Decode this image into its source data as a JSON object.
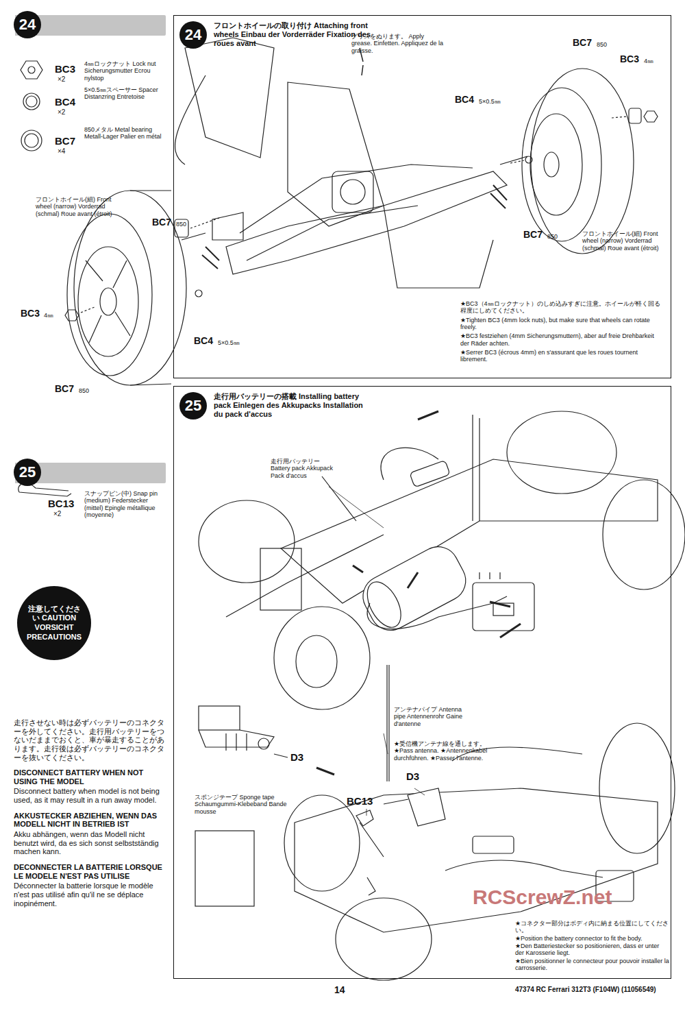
{
  "diagram": {
    "nodes": [
      {
        "text": [
          "24"
        ]
      },
      {
        "text": [
          "24",
          "フロントホイールの取り付け Attaching front wheels Einbau der Vorderräder Fixation des roues avant"
        ]
      },
      {
        "text": [
          "25"
        ]
      },
      {
        "text": [
          "25",
          "走行用バッテリーの搭載 Installing battery pack Einlegen des Akkupacks Installation du pack d'accus"
        ]
      },
      {
        "text": [
          "注意してください CAUTION VORSICHT PRECAUTIONS"
        ]
      }
    ],
    "labels": [
      "BC3",
      "×2",
      "4㎜ロックナット Lock nut Sicherungsmutter Ecrou nylstop",
      "BC4",
      "×2",
      "5×0.5㎜スペーサー Spacer Distanzring Entretoise",
      "BC7",
      "×4",
      "850メタル Metal bearing Metall-Lager Palier en métal",
      "フロントホイール(細) Front wheel (narrow) Vorderrad (schmal) Roue avant (étroit)",
      "BC7",
      "850",
      "BC3",
      "4㎜",
      "BC4",
      "5×0.5㎜",
      "BC7",
      "850",
      "グリスをぬります。 Apply grease. Einfetten. Appliquez de la graisse.",
      "BC7",
      "850",
      "BC3",
      "4㎜",
      "BC4",
      "5×0.5㎜",
      "BC7",
      "850",
      "フロントホイール(細) Front wheel (narrow) Vorderrad (schmal) Roue avant (étroit)",
      "★BC3（4㎜ロックナット）のしめ込みすぎに注意。ホイールが軽く回る程度にしめてください。",
      "★Tighten BC3 (4mm lock nuts), but make sure that wheels can rotate freely.",
      "★BC3 festziehen (4mm Sicherungsmuttern), aber auf freie Drehbarkeit der Räder achten.",
      "★Serrer BC3 (écrous 4mm) en s'assurant que les roues tournent librement.",
      "BC13",
      "×2",
      "スナップピン(中) Snap pin (medium) Federstecker (mittel) Epingle métallique (moyenne)",
      "走行させない時は必ずバッテリーのコネクターを外してください。走行用バッテリーをつないだままでおくと、車が暴走することがあります。走行後は必ずバッテリーのコネクターを抜いてください。",
      "DISCONNECT BATTERY WHEN NOT USING THE MODEL",
      "Disconnect battery when model is not being used, as it may result in a run away model.",
      "AKKUSTECKER ABZIEHEN, WENN DAS MODELL NICHT IN BETRIEB IST",
      "Akku abhängen, wenn das Modell nicht benutzt wird, da es sich sonst selbstständig machen kann.",
      "DECONNECTER LA BATTERIE LORSQUE LE MODELE N'EST PAS UTILISE",
      "Déconnecter la batterie lorsque le modèle n'est pas utilisé afin qu'il ne se déplace inopinément.",
      "走行用バッテリー Battery pack Akkupack Pack d'accus",
      "D3",
      "スポンジテープ Sponge tape Schaumgummi-Klebeband Bande mousse",
      "アンテナパイプ Antenna pipe Antennenrohr Gaine d'antenne",
      "★受信機アンテナ線を通します。 ★Pass antenna. ★Antennenkabel durchführen. ★Passer l'antenne.",
      "D3",
      "BC13",
      "★コネクター部分はボディ内に納まる位置にしてください。",
      "★Position the battery connector to fit the body.",
      "★Den Batteriestecker so positionieren, dass er unter der Karosserie liegt.",
      "★Bien positionner le connecteur pour pouvoir installer la carrosserie.",
      "14",
      "47374 RC Ferrari 312T3 (F104W) (11056549)",
      "RCScrewZ.net"
    ]
  }
}
